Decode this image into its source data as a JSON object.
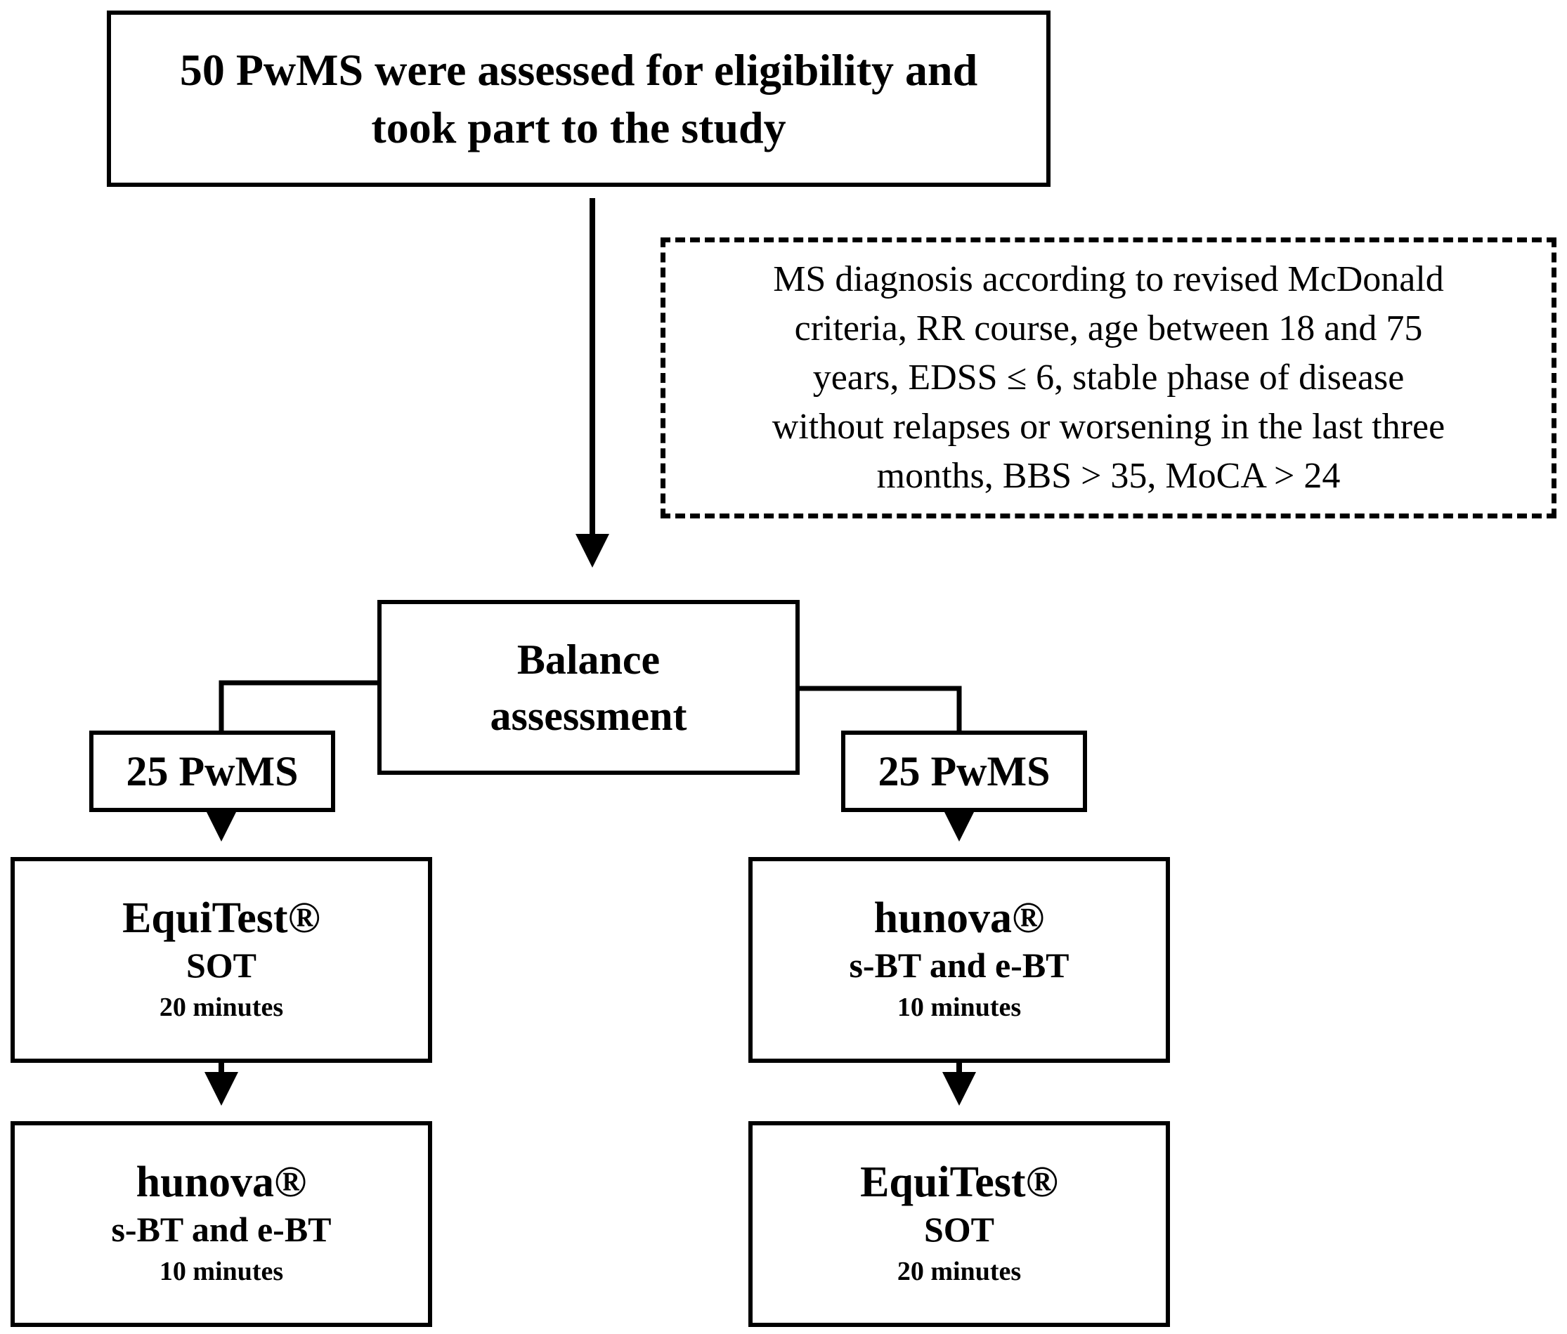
{
  "top": {
    "line1": "50 PwMS were assessed for eligibility  and",
    "line2": "took part to the study"
  },
  "criteria": {
    "lines": [
      "MS diagnosis according to revised McDonald",
      "criteria, RR course, age between 18 and 75",
      "years, EDSS ≤ 6, stable phase of disease",
      "without relapses or worsening in the last three",
      "months, BBS > 35, MoCA > 24"
    ]
  },
  "balance": {
    "line1": "Balance",
    "line2": "assessment"
  },
  "groups": {
    "left": {
      "label": "25 PwMS"
    },
    "right": {
      "label": "25 PwMS"
    }
  },
  "steps": {
    "left_first": {
      "name": "EquiTest®",
      "test": "SOT",
      "duration": "20 minutes"
    },
    "left_second": {
      "name": "hunova®",
      "test": "s-BT and e-BT",
      "duration": "10 minutes"
    },
    "right_first": {
      "name": "hunova®",
      "test": "s-BT and e-BT",
      "duration": "10 minutes"
    },
    "right_second": {
      "name": "EquiTest®",
      "test": "SOT",
      "duration": "20 minutes"
    }
  }
}
